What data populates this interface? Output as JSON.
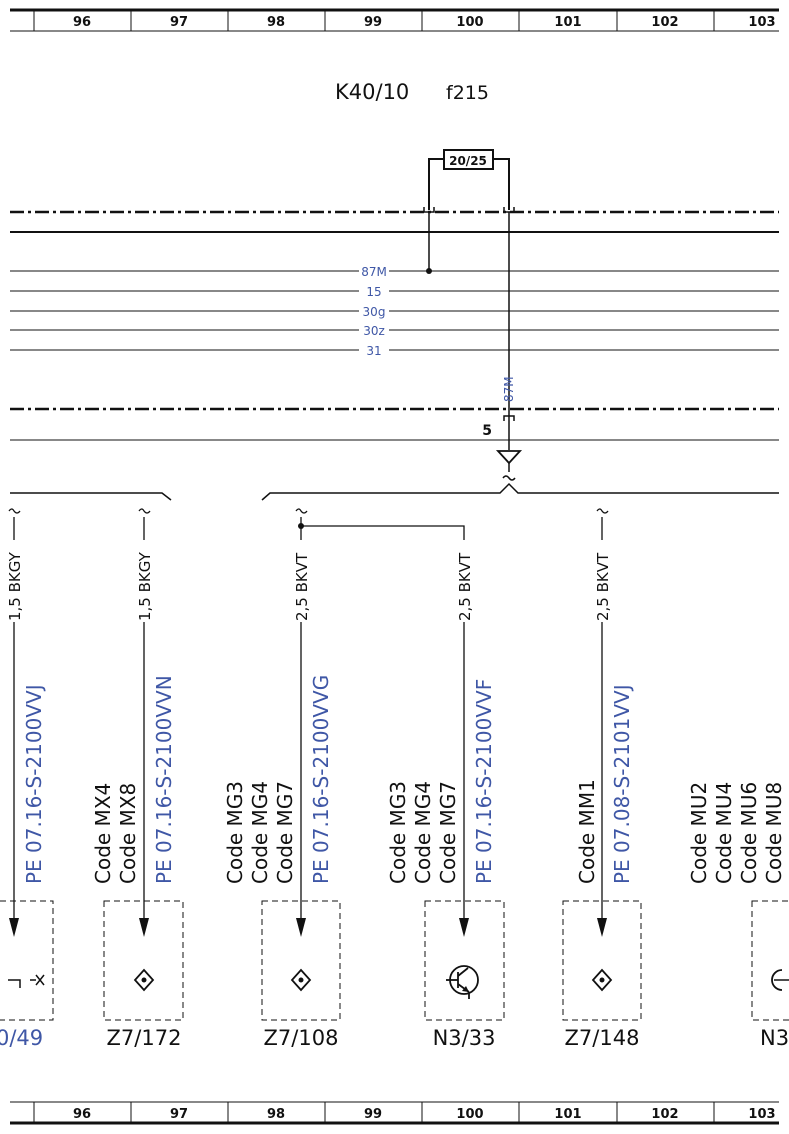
{
  "grid": {
    "columns": [
      "96",
      "97",
      "98",
      "99",
      "100",
      "101",
      "102",
      "103"
    ]
  },
  "header": {
    "relay": "K40/10",
    "fuse_id": "f215"
  },
  "fuse": {
    "rating": "20/25"
  },
  "bus_lines": [
    "87M",
    "15",
    "30g",
    "30z",
    "31"
  ],
  "vertical_wire": {
    "label": "87M",
    "pin": "5"
  },
  "branches": [
    {
      "wire": "1,5 BKGY",
      "ref": "PE 07.16-S-2100VVJ",
      "codes": [],
      "component": "0/49",
      "component_color": "blue"
    },
    {
      "wire": "1,5 BKGY",
      "ref": "PE 07.16-S-2100VVN",
      "codes": [
        "Code MX4",
        "Code MX8"
      ],
      "component": "Z7/172",
      "component_color": "black"
    },
    {
      "wire": "2,5 BKVT",
      "ref": "PE 07.16-S-2100VVG",
      "codes": [
        "Code MG3",
        "Code MG4",
        "Code MG7"
      ],
      "component": "Z7/108",
      "component_color": "black"
    },
    {
      "wire": "2,5 BKVT",
      "ref": "PE 07.16-S-2100VVF",
      "codes": [
        "Code MG3",
        "Code MG4",
        "Code MG7"
      ],
      "component": "N3/33",
      "component_color": "black"
    },
    {
      "wire": "2,5 BKVT",
      "ref": "PE 07.08-S-2101VVJ",
      "codes": [
        "Code MM1"
      ],
      "component": "Z7/148",
      "component_color": "black"
    },
    {
      "wire": "",
      "ref": "",
      "codes": [
        "Code MU2",
        "Code MU4",
        "Code MU6",
        "Code MU8"
      ],
      "component": "N3",
      "component_color": "black"
    }
  ],
  "icons": {
    "splice": "splice-diamond-icon",
    "transistor": "transistor-icon",
    "ground": "ground-triangle-icon",
    "fuse": "fuse-icon"
  },
  "colors": {
    "line": "#111111",
    "accent": "#3f57a6"
  }
}
